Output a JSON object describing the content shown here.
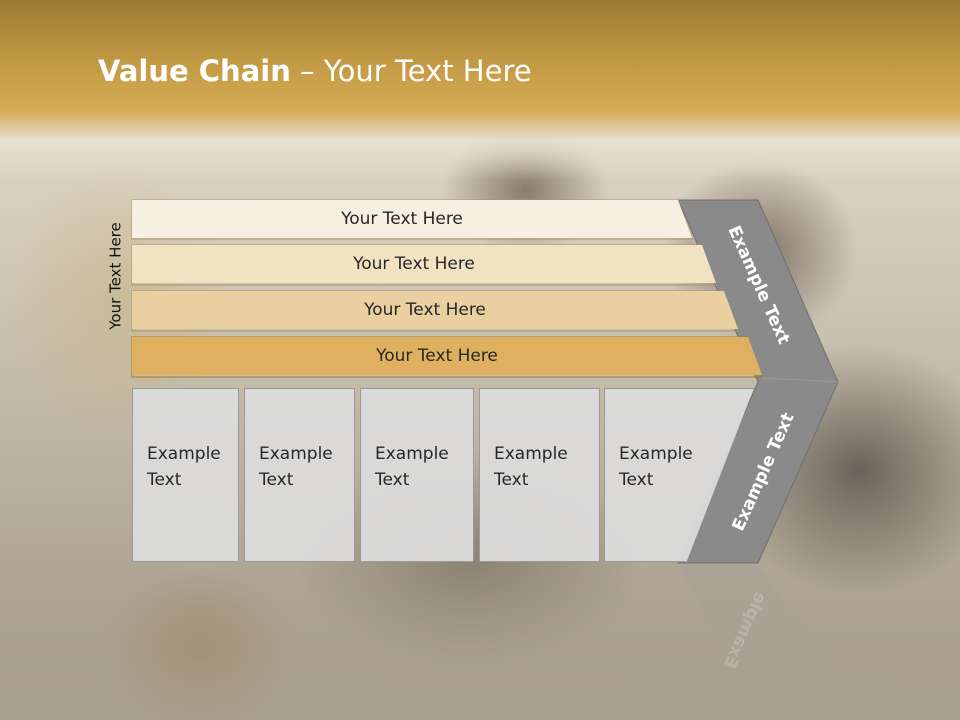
{
  "slide": {
    "title_bold": "Value Chain",
    "title_rest": " – Your Text Here",
    "side_label": "Your Text Here"
  },
  "bands": [
    {
      "label": "Your Text Here",
      "color": "#f6f0e2"
    },
    {
      "label": "Your Text Here",
      "color": "#f1e2c2"
    },
    {
      "label": "Your Text Here",
      "color": "#ead0a0"
    },
    {
      "label": "Your Text Here",
      "color": "#dfb060"
    }
  ],
  "boxes": [
    {
      "line1": "Example",
      "line2": "Text"
    },
    {
      "line1": "Example",
      "line2": "Text"
    },
    {
      "line1": "Example",
      "line2": "Text"
    },
    {
      "line1": "Example",
      "line2": "Text"
    },
    {
      "line1": "Example",
      "line2": "Text"
    }
  ],
  "chevron": {
    "upper_label": "Example Text",
    "lower_label": "Example Text",
    "reflection_label": "Example",
    "color": "#8a8a8a",
    "box_color": "#dbdbdb"
  }
}
